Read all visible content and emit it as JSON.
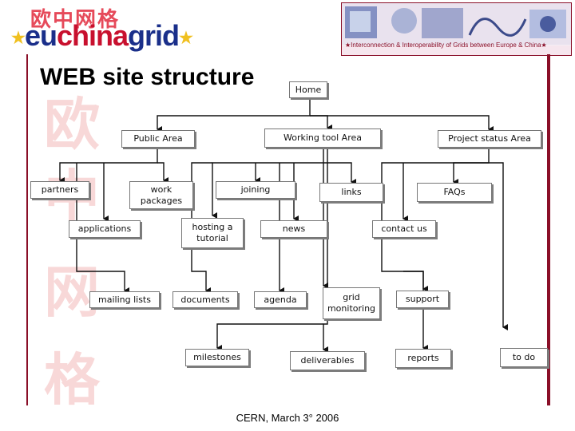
{
  "logo": {
    "chinese_text": "欧中网格",
    "star_left": "★",
    "part_eu": "eu",
    "part_china": "china",
    "part_grid": "grid",
    "star_right": "★"
  },
  "banner": {
    "tagline": "★Interconnection & Interoperability of Grids between Europe & China★"
  },
  "watermark": {
    "chars": [
      "欧",
      "中",
      "网",
      "格"
    ]
  },
  "title": "WEB site structure",
  "nodes": {
    "home": "Home",
    "public_area": "Public Area",
    "working_tool_area": "Working tool Area",
    "project_status_area": "Project status Area",
    "partners": "partners",
    "work_packages": "work\npackages",
    "joining": "joining",
    "links": "links",
    "faqs": "FAQs",
    "applications": "applications",
    "hosting_tutorial": "hosting a\ntutorial",
    "news": "news",
    "contact_us": "contact us",
    "mailing_lists": "mailing lists",
    "documents": "documents",
    "agenda": "agenda",
    "grid_monitoring": "grid\nmonitoring",
    "support": "support",
    "milestones": "milestones",
    "deliverables": "deliverables",
    "reports": "reports",
    "to_do": "to do"
  },
  "footer": "CERN, March 3° 2006",
  "colors": {
    "brand_red": "#8a0f28",
    "brand_blue": "#1a2f8a",
    "star_gold": "#f0c020",
    "watermark": "#f8d8d8",
    "node_shadow": "#7d7d7d"
  }
}
